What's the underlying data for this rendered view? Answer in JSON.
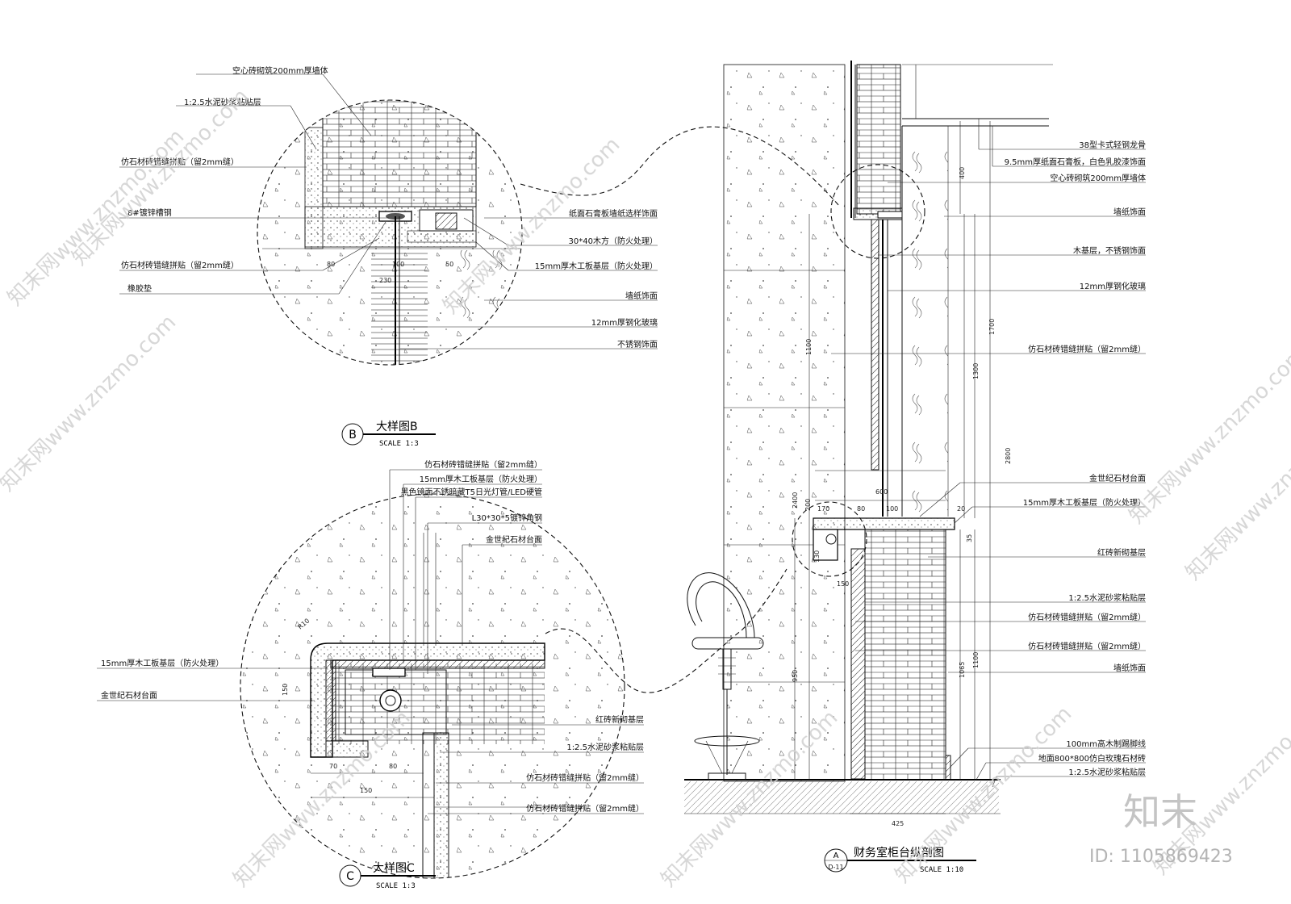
{
  "colors": {
    "ink": "#111111",
    "watermark": "#cccccc",
    "background": "#ffffff"
  },
  "detailB": {
    "marker": "B",
    "title": "大样图B",
    "scale": "SCALE 1:3",
    "leftLabels": [
      "空心砖砌筑200mm厚墙体",
      "1:2.5水泥砂浆粘贴层",
      "仿石材砖错缝拼贴（留2mm缝）",
      "8#镀锌槽钢",
      "仿石材砖错缝拼贴（留2mm缝）",
      "橡胶垫"
    ],
    "rightLabels": [
      "纸面石膏板墙纸选样饰面",
      "30*40木方（防火处理）",
      "15mm厚木工板基层（防火处理）",
      "墙纸饰面",
      "12mm厚钢化玻璃",
      "不锈钢饰面"
    ],
    "dims": [
      "80",
      "100",
      "50",
      "230"
    ]
  },
  "detailC": {
    "marker": "C",
    "title": "大样图C",
    "scale": "SCALE 1:3",
    "topLabels": [
      "仿石材砖错缝拼贴（留2mm缝）",
      "15mm厚木工板基层（防火处理）",
      "黑色镜面不锈暗藏T5日光灯管/LED硬管",
      "L30*30*5镀锌角钢",
      "金世纪石材台面"
    ],
    "leftLabels": [
      "15mm厚木工板基层（防火处理）",
      "金世纪石材台面"
    ],
    "rightLabels": [
      "红砖新砌基层",
      "1:2.5水泥砂浆粘贴层",
      "仿石材砖错缝拼贴（留2mm缝）",
      "仿石材砖错缝拼贴（留2mm缝）"
    ],
    "dims": [
      "R10",
      "150",
      "70",
      "80",
      "150"
    ]
  },
  "sectionA": {
    "marker": "A",
    "sheet": "D-11",
    "title": "财务室柜台纵剖图",
    "scale": "SCALE 1:10",
    "rightLabels": [
      "38型卡式轻钢龙骨",
      "9.5mm厚纸面石膏板，白色乳胶漆饰面",
      "空心砖砌筑200mm厚墙体",
      "墙纸饰面",
      "木基层，不锈钢饰面",
      "12mm厚钢化玻璃",
      "仿石材砖错缝拼贴（留2mm缝）",
      "金世纪石材台面",
      "15mm厚木工板基层（防火处理）",
      "红砖新砌基层",
      "1:2.5水泥砂浆粘贴层",
      "仿石材砖错缝拼贴（留2mm缝）",
      "仿石材砖错缝拼贴（留2mm缝）",
      "墙纸饰面",
      "100mm高木制踢脚线",
      "地面800*800仿白玫瑰石材砖",
      "1:2.5水泥砂浆粘贴层"
    ],
    "dims": [
      "400",
      "1700",
      "1300",
      "2800",
      "1100",
      "1065",
      "1100",
      "2400",
      "950",
      "200",
      "600",
      "170",
      "80",
      "100",
      "20",
      "35",
      "130",
      "150",
      "425"
    ]
  },
  "watermark": {
    "text": "知末网www.znzmo.com",
    "brand": "知末",
    "id": "ID: 1105869423"
  }
}
